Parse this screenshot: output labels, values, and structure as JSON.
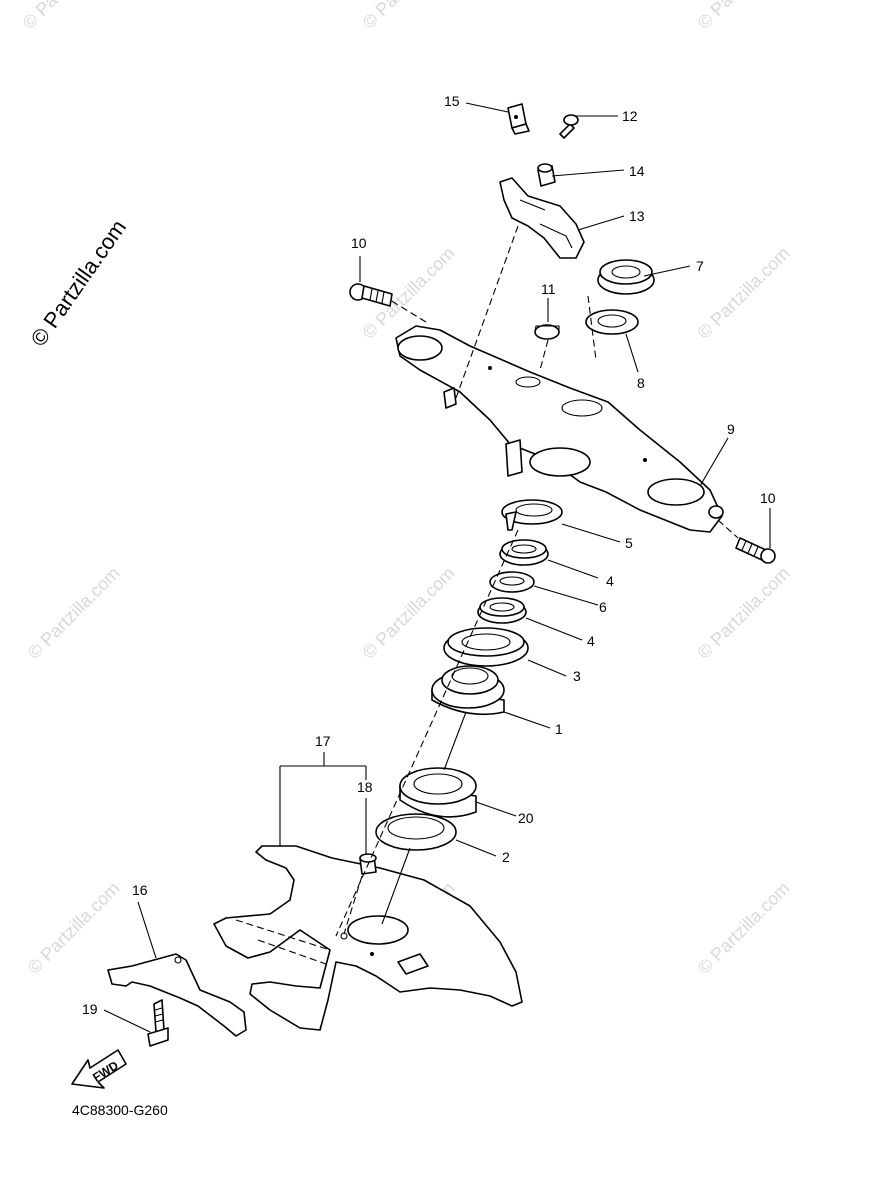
{
  "copyright_watermark": "© Partzilla.com",
  "repeat_watermark": "© Partzilla.com",
  "diagram_code": "4C88300-G260",
  "fwd_label": "FWD",
  "callouts": {
    "c1": "1",
    "c2": "2",
    "c3": "3",
    "c4a": "4",
    "c4b": "4",
    "c5": "5",
    "c6": "6",
    "c7": "7",
    "c8": "8",
    "c9": "9",
    "c10a": "10",
    "c10b": "10",
    "c11": "11",
    "c12": "12",
    "c13": "13",
    "c14": "14",
    "c15": "15",
    "c16": "16",
    "c17": "17",
    "c18": "18",
    "c19": "19",
    "c20": "20"
  }
}
